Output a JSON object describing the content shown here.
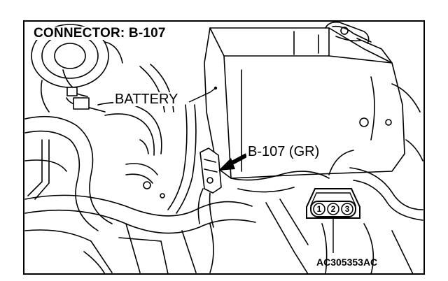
{
  "title": "CONNECTOR: B-107",
  "callouts": {
    "battery": "BATTERY",
    "connector": "B-107 (GR)"
  },
  "connector_face": {
    "pins": [
      "1",
      "2",
      "3"
    ]
  },
  "figure_code": "AC305353AC"
}
